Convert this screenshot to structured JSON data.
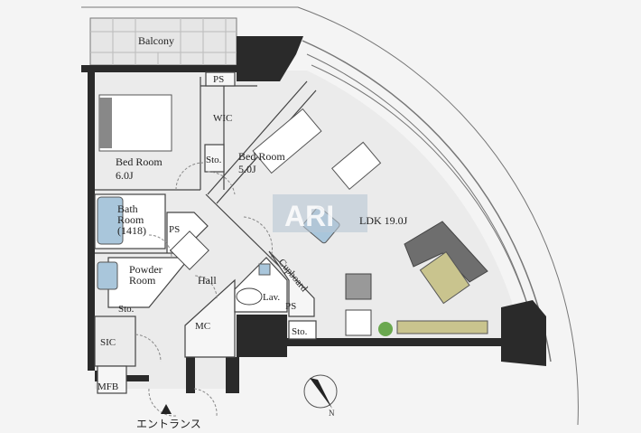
{
  "plan": {
    "rooms": {
      "balcony": "Balcony",
      "bedroom1_name": "Bed Room",
      "bedroom1_size": "6.0J",
      "bedroom2_name": "Bed Room",
      "bedroom2_size": "5.0J",
      "wic": "WIC",
      "ps_top": "PS",
      "sto_wic": "Sto.",
      "ldk": "LDK 19.0J",
      "bath_line1": "Bath",
      "bath_line2": "Room",
      "bath_line3": "(1418)",
      "ps_bath": "PS",
      "powder_line1": "Powder",
      "powder_line2": "Room",
      "sto_powder": "Sto.",
      "hall": "Hall",
      "cupboard": "Cupboard",
      "lav": "Lav.",
      "ps_lav": "PS",
      "mc": "MC",
      "sto_bottom": "Sto.",
      "sic": "SIC",
      "mfb": "MFB",
      "entrance": "エントランス"
    },
    "watermark": "ARI",
    "compass_letter": "N",
    "colors": {
      "floor": "#ebebeb",
      "wall": "#2a2a2a",
      "water": "#a9c6db",
      "sofa": "#6e6e6e",
      "rug": "#c9c48e"
    }
  }
}
